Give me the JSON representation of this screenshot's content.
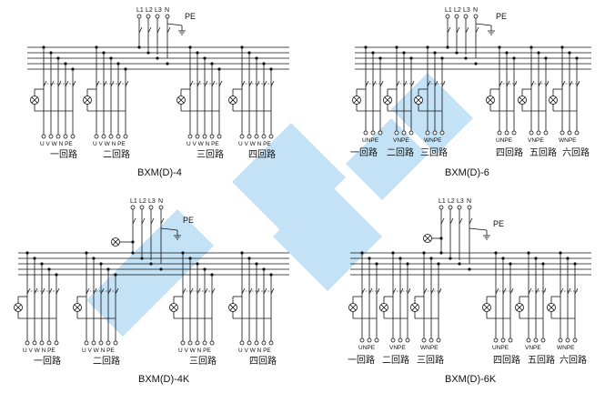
{
  "watermark_color": "#7ec0ea",
  "line_color": "#111111",
  "diagrams": [
    {
      "name": "bxm-4",
      "caption": "BXM(D)-4",
      "input_labels": [
        "L1",
        "L2",
        "L3",
        "N"
      ],
      "pe_label": "PE",
      "terminal_labels": [
        "U V W N PE",
        "U V W N PE",
        "U V W N PE",
        "U V W N PE"
      ],
      "circuit_labels": [
        "一回路",
        "二回路",
        "三回路",
        "四回路"
      ]
    },
    {
      "name": "bxm-6",
      "caption": "BXM(D)-6",
      "input_labels": [
        "L1",
        "L2",
        "L3",
        "N"
      ],
      "pe_label": "PE",
      "terminal_labels": [
        "UNPE",
        "VNPE",
        "WNPE",
        "UNPE",
        "VNPE",
        "WNPE"
      ],
      "circuit_labels": [
        "一回路",
        "二回路",
        "三回路",
        "四回路",
        "五回路",
        "六回路"
      ]
    },
    {
      "name": "bxm-4k",
      "caption": "BXM(D)-4K",
      "input_labels": [
        "L1",
        "L2",
        "L3",
        "N"
      ],
      "pe_label": "PE",
      "terminal_labels": [
        "U V W N PE",
        "U V W N PE",
        "U V W N PE",
        "U V W N PE"
      ],
      "circuit_labels": [
        "一回路",
        "二回路",
        "三回路",
        "四回路"
      ]
    },
    {
      "name": "bxm-6k",
      "caption": "BXM(D)-6K",
      "input_labels": [
        "L1",
        "L2",
        "L3",
        "N"
      ],
      "pe_label": "PE",
      "terminal_labels": [
        "UNPE",
        "VNPE",
        "WNPE",
        "UNPE",
        "VNPE",
        "WNPE"
      ],
      "circuit_labels": [
        "一回路",
        "二回路",
        "三回路",
        "四回路",
        "五回路",
        "六回路"
      ]
    }
  ]
}
